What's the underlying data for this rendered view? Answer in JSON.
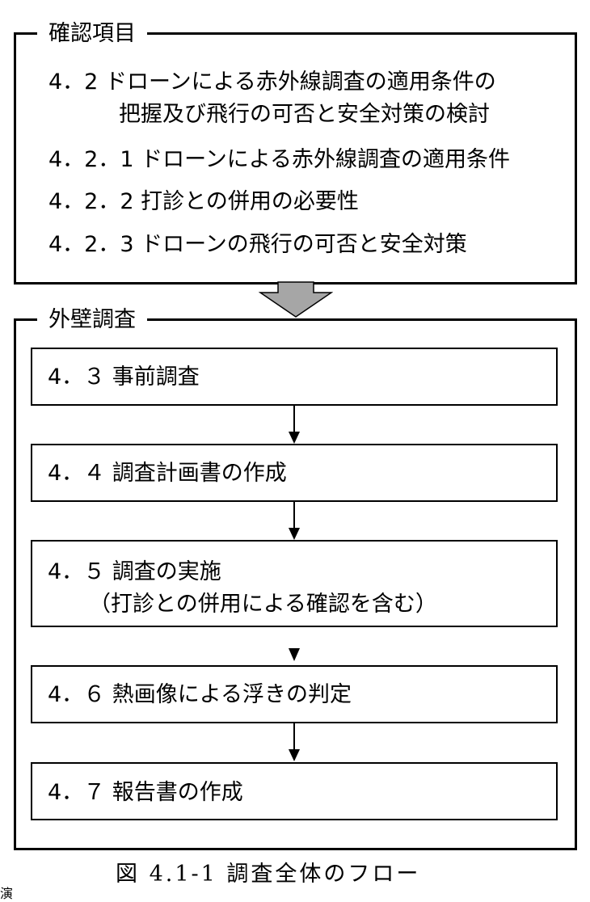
{
  "confirm_section": {
    "title": "確認項目",
    "items": [
      {
        "line1": "4．2 ドローンによる赤外線調査の適用条件の",
        "line2": "把握及び飛行の可否と安全対策の検討"
      },
      {
        "line1": "4．2．1 ドローンによる赤外線調査の適用条件"
      },
      {
        "line1": "4．2．2 打診との併用の必要性"
      },
      {
        "line1": "4．2．3 ドローンの飛行の可否と安全対策"
      }
    ]
  },
  "survey_section": {
    "title": "外壁調査",
    "steps": [
      {
        "line1": "4．３ 事前調査"
      },
      {
        "line1": "4．４ 調査計画書の作成"
      },
      {
        "line1": "4．５ 調査の実施",
        "line2": "（打診との併用による確認を含む）"
      },
      {
        "line1": "4．６ 熱画像による浮きの判定"
      },
      {
        "line1": "4．７ 報告書の作成"
      }
    ]
  },
  "caption": "図 4.1-1 調査全体のフロー",
  "corner_text": "演",
  "colors": {
    "line": "#000000",
    "down_arrow_fill": "#a6a6a6",
    "background": "#ffffff"
  }
}
